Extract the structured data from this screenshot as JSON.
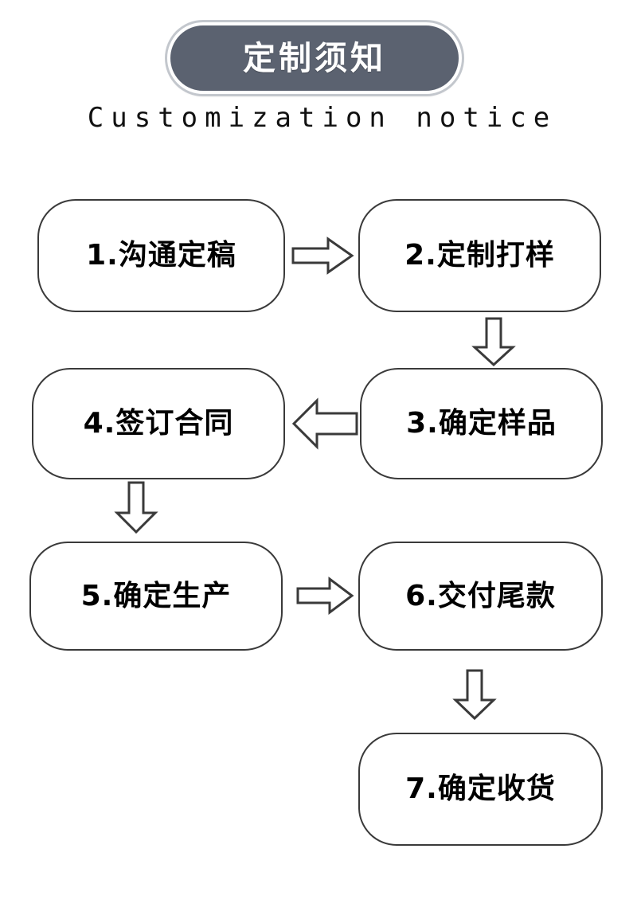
{
  "header": {
    "badge_title": "定制须知",
    "subtitle": "Customization notice",
    "badge_color": "#5b6270",
    "badge_text_color": "#ffffff",
    "badge_ring_color": "#c3c7cd"
  },
  "flow": {
    "node_border_color": "#3a3a3a",
    "node_fill_color": "#ffffff",
    "arrow_fill_color": "#ffffff",
    "arrow_stroke_color": "#3a3a3a",
    "nodes": [
      {
        "id": 1,
        "label": "1.沟通定稿"
      },
      {
        "id": 2,
        "label": "2.定制打样"
      },
      {
        "id": 3,
        "label": "3.确定样品"
      },
      {
        "id": 4,
        "label": "4.签订合同"
      },
      {
        "id": 5,
        "label": "5.确定生产"
      },
      {
        "id": 6,
        "label": "6.交付尾款"
      },
      {
        "id": 7,
        "label": "7.确定收货"
      }
    ],
    "arrows": [
      {
        "from": 1,
        "to": 2,
        "direction": "right"
      },
      {
        "from": 2,
        "to": 3,
        "direction": "down"
      },
      {
        "from": 3,
        "to": 4,
        "direction": "left"
      },
      {
        "from": 4,
        "to": 5,
        "direction": "down"
      },
      {
        "from": 5,
        "to": 6,
        "direction": "right"
      },
      {
        "from": 6,
        "to": 7,
        "direction": "down"
      }
    ]
  }
}
